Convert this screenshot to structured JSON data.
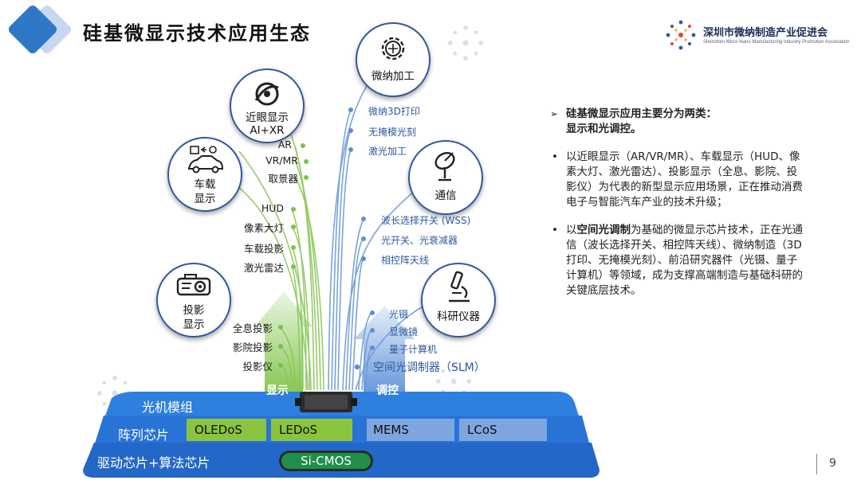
{
  "header": {
    "title": "硅基微显示技术应用生态",
    "org_name": "深圳市微纳制造产业促进会",
    "org_name_en": "Shenzhen Micro-Nano Manufacturing Industry Promotion Association"
  },
  "nodes": {
    "near_eye": "近眼显示",
    "near_eye_sub": "AI+XR",
    "vehicle": [
      "车载",
      "显示"
    ],
    "projection": [
      "投影",
      "显示"
    ],
    "micro_nano": "微纳加工",
    "comm": "通信",
    "instrument": "科研仪器"
  },
  "left_items": {
    "near_eye": [
      "AR",
      "VR/MR",
      "取景器"
    ],
    "vehicle": [
      "HUD",
      "像素大灯",
      "车载投影",
      "激光雷达"
    ],
    "projection": [
      "全息投影",
      "影院投影",
      "投影仪"
    ]
  },
  "right_items": {
    "micro_nano": [
      "微纳3D打印",
      "无掩模光刻",
      "激光加工"
    ],
    "comm": [
      "波长选择开关 (WSS)",
      "光开关、光衰减器",
      "相控阵天线"
    ],
    "instrument": [
      "光镊",
      "显微镜",
      "量子计算机"
    ]
  },
  "arrows": {
    "display": "显示",
    "control": "调控",
    "slm": "空间光调制器（SLM）"
  },
  "platform": {
    "module": "光机模组",
    "array_label": "阵列芯片",
    "chips": [
      "OLEDoS",
      "LEDoS",
      "MEMS",
      "LCoS"
    ],
    "driver_label": "驱动芯片+算法芯片",
    "cmos": "Si-CMOS"
  },
  "panel": {
    "lead1": "硅基微显示应用主要分为两类：",
    "lead2": "显示和光调控。",
    "p1": "以近眼显示（AR/VR/MR）、车载显示（HUD、像素大灯、激光雷达）、投影显示（全息、影院、投影仪）为代表的新型显示应用场景，正在推动消费电子与智能汽车产业的技术升级；",
    "p2_pre": "以",
    "p2_bold": "空间光调制",
    "p2_post": "为基础的微显示芯片技术，正在光通信（波长选择开关、相控阵天线）、微纳制造（3D打印、无掩模光刻）、前沿研究器件（光镊、量子计算机）等领域，成为支撑高端制造与基础科研的关键底层技术。"
  },
  "page_number": "9",
  "colors": {
    "accent_blue": "#2f78c8",
    "green": "#7cc243",
    "platform_blue": "#2e7fe0",
    "chip_green": "#8ac43f"
  }
}
